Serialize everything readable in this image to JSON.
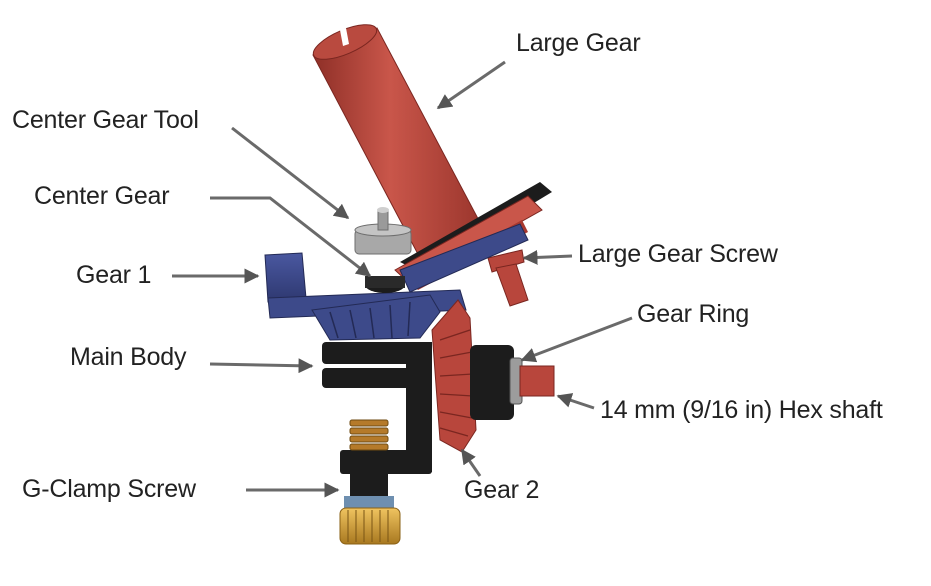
{
  "labels": {
    "large_gear": "Large Gear",
    "center_gear_tool": "Center Gear Tool",
    "center_gear": "Center Gear",
    "gear_1": "Gear 1",
    "large_gear_screw": "Large Gear Screw",
    "gear_ring": "Gear Ring",
    "main_body": "Main Body",
    "hex_shaft": "14 mm (9/16 in) Hex shaft",
    "g_clamp_screw": "G-Clamp Screw",
    "gear_2": "Gear 2"
  },
  "colors": {
    "red_part": "#b8463c",
    "blue_part": "#3d4a8a",
    "black_part": "#1c1c1c",
    "brass": "#d4a23a",
    "leader": "#6a6a6a",
    "text": "#222222"
  }
}
